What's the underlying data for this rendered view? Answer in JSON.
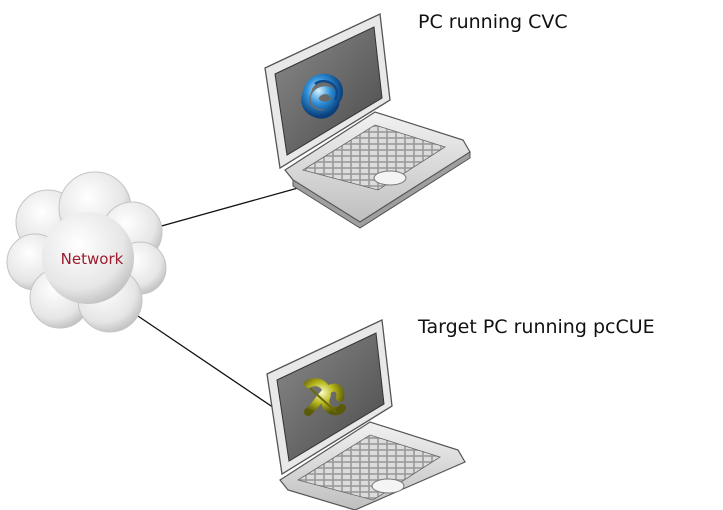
{
  "network": {
    "label": "Network",
    "label_color": "#9b1c2e"
  },
  "computers": [
    {
      "caption": "PC running CVC",
      "screen_logo": "blue-knot-logo-icon"
    },
    {
      "caption": "Target PC running pcCUE",
      "screen_logo": "gold-knot-logo-icon"
    }
  ],
  "connections": [
    {
      "from": "network-cloud",
      "to": "laptop-cvc"
    },
    {
      "from": "network-cloud",
      "to": "laptop-pccue"
    }
  ]
}
